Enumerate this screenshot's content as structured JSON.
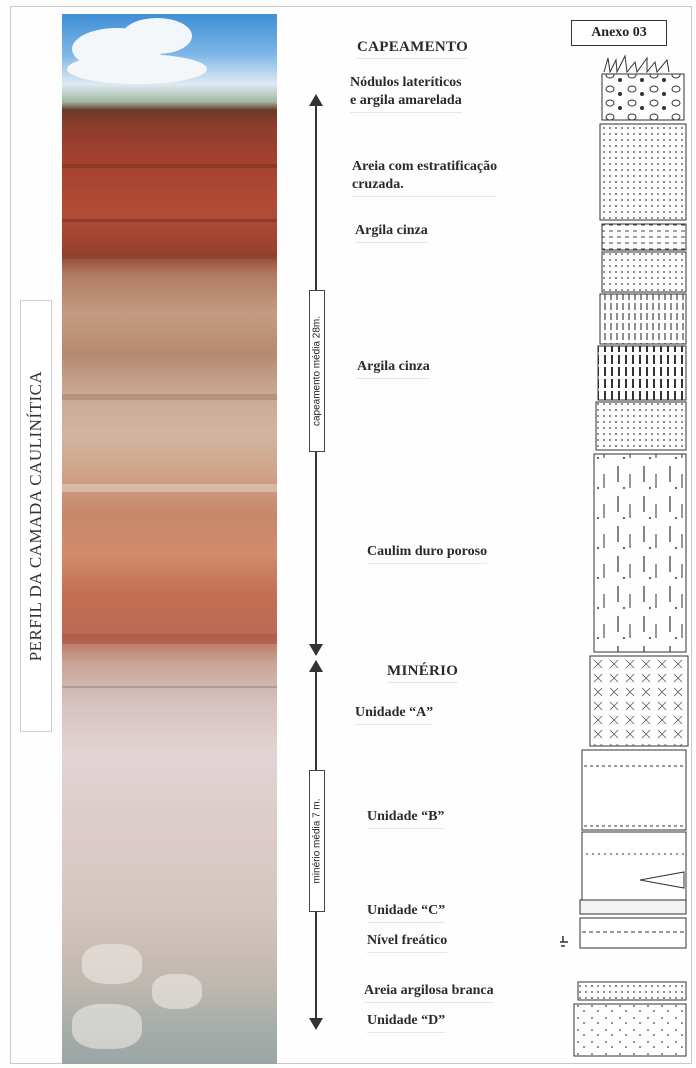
{
  "annex_label": "Anexo 03",
  "side_title": "PERFIL DA CAMADA CAULINÍTICA",
  "overburden_arrow_label": "capeamento média 28m.",
  "ore_arrow_label": "minério média 7 m.",
  "labels": {
    "capeamento": "CAPEAMENTO",
    "nodulos_line1": "Nódulos lateríticos",
    "nodulos_line2": "e argila  amarelada",
    "areia_line1": "Areia com estratificação",
    "areia_line2": "cruzada.",
    "argila_cinza_1": "Argila cinza",
    "argila_cinza_2": "Argila cinza",
    "caulim": "Caulim duro poroso",
    "minerio": "MINÉRIO",
    "unidade_a": "Unidade “A”",
    "unidade_b": "Unidade “B”",
    "unidade_c": "Unidade “C”",
    "nivel_freatico": "Nível freático",
    "areia_argilosa": "Areia argilosa branca",
    "unidade_d": "Unidade “D”"
  },
  "colors": {
    "sky": "#3f8fd6",
    "laterite": "#a5432f",
    "clay": "#c9a69a",
    "kaolin": "#e2d4d4",
    "ink": "#333333"
  }
}
